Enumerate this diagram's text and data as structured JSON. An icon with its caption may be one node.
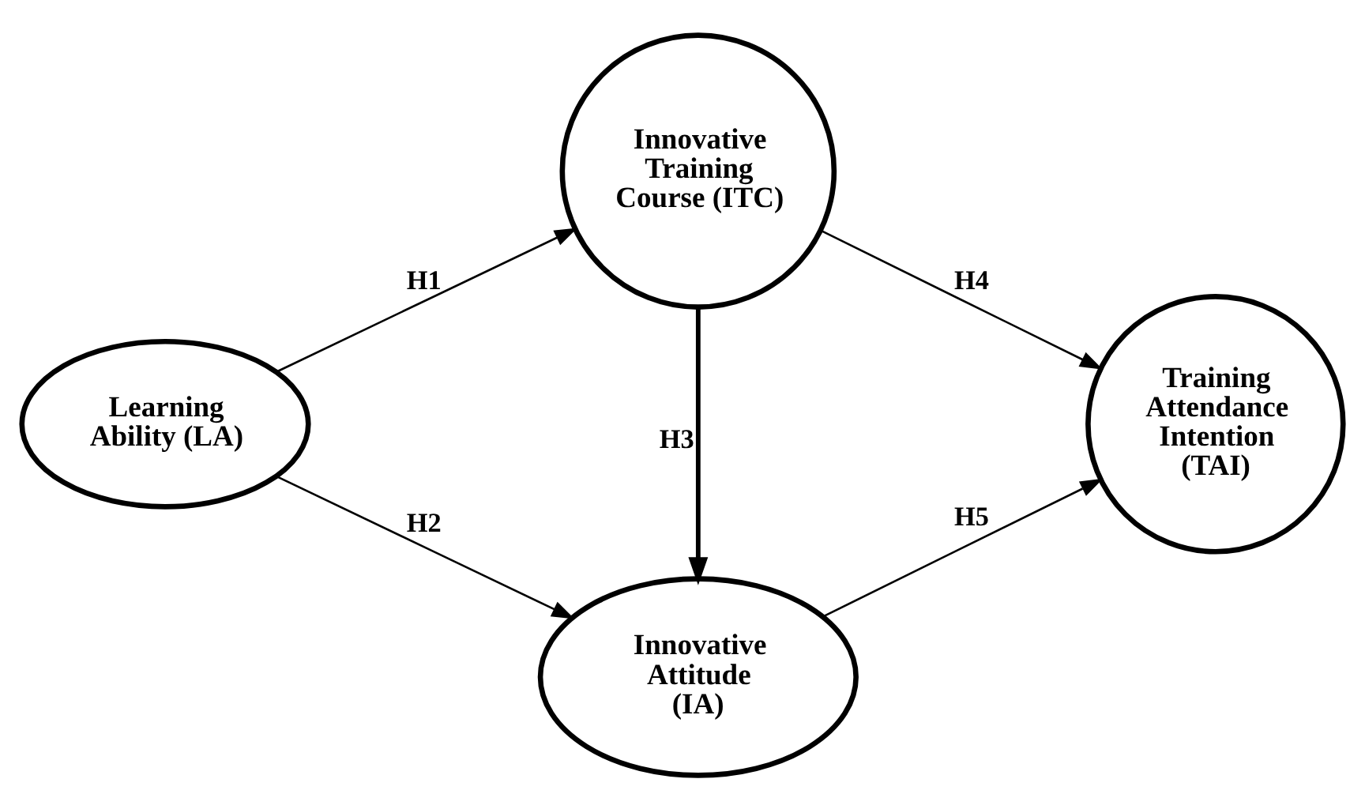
{
  "diagram": {
    "nodes": [
      {
        "text": [
          "Learning Ability (LA)"
        ]
      },
      {
        "text": [
          "Innovative Training Course (ITC)"
        ]
      },
      {
        "text": [
          "Innovative Attitude (IA)"
        ]
      },
      {
        "text": [
          "Training Attendance Intention (TAI)"
        ]
      }
    ],
    "edges": [
      {
        "from": 0,
        "to": 1,
        "arrow": "to",
        "label": "H1"
      },
      {
        "from": 0,
        "to": 2,
        "arrow": "to",
        "label": "H2"
      },
      {
        "from": 1,
        "to": 2,
        "arrow": "to",
        "label": "H3",
        "style": "thick"
      },
      {
        "from": 1,
        "to": 3,
        "arrow": "to",
        "label": "H4"
      },
      {
        "from": 2,
        "to": 3,
        "arrow": "to",
        "label": "H5"
      }
    ]
  }
}
